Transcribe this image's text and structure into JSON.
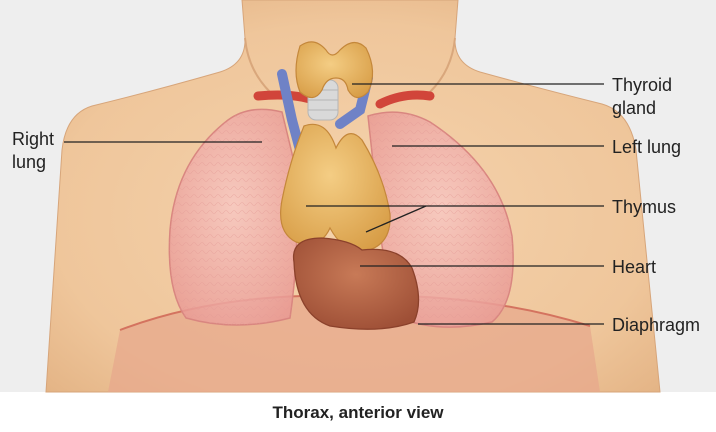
{
  "diagram": {
    "labels": {
      "thyroid_line1": "Thyroid",
      "thyroid_line2": "gland",
      "right_lung_line1": "Right",
      "right_lung_line2": "lung",
      "left_lung": "Left lung",
      "thymus": "Thymus",
      "heart": "Heart",
      "diaphragm": "Diaphragm"
    },
    "caption": "Thorax, anterior view"
  },
  "colors": {
    "background": "#ffffff",
    "panel": "#eeeeee",
    "skin": "#f0c9a0",
    "lung": "#f2b3ae",
    "thyroid_thymus": "#e8b865",
    "heart": "#b7664a",
    "trachea": "#d9d9d9",
    "vein": "#6f82c6",
    "artery": "#d1453a"
  }
}
